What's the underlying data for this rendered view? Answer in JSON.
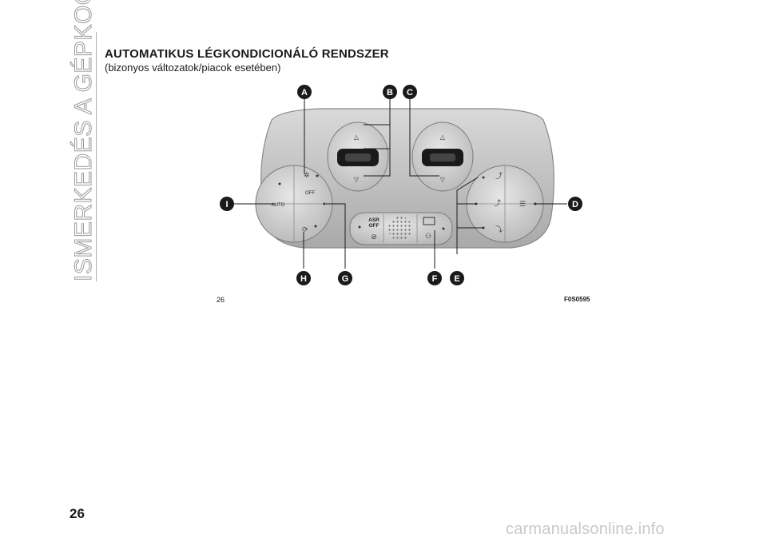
{
  "side_title": "ISMERKEDÉS A GÉPKOCSIVAL",
  "heading": "AUTOMATIKUS LÉGKONDICIONÁLÓ RENDSZER",
  "subheading": "(bizonyos változatok/piacok esetében)",
  "figure": {
    "callouts": [
      "A",
      "B",
      "C",
      "D",
      "E",
      "F",
      "G",
      "H",
      "I"
    ],
    "panel_labels": {
      "auto": "AUTO",
      "off": "OFF",
      "asr_line1": "ASR",
      "asr_line2": "OFF"
    },
    "icons": [
      "sun-temp-icon",
      "recirculation-icon",
      "defrost-icon",
      "rear-defrost-icon",
      "airbag-off-icon",
      "esp-off-icon",
      "vent-face-icon",
      "vent-feet-icon"
    ],
    "caption_left": "26",
    "caption_right": "F0S0595"
  },
  "page_number": "26",
  "watermark": "carmanualsonline.info",
  "colors": {
    "callout": "#1a1a1a",
    "panel": "#c4c4c4"
  }
}
